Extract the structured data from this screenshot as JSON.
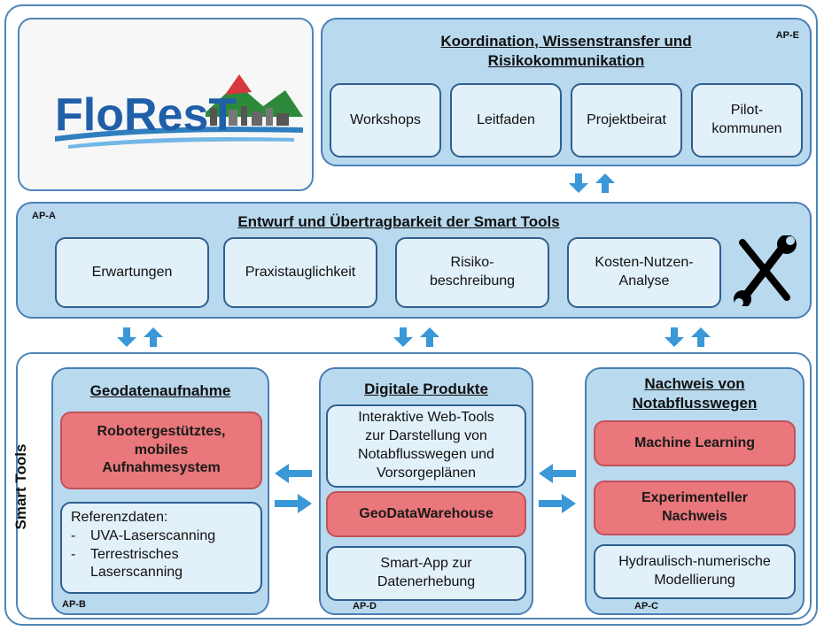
{
  "logo": {
    "text": "FloResT"
  },
  "ap_e": {
    "title": "Koordination, Wissenstransfer und Risikokommunikation",
    "tag": "AP-E",
    "items": [
      "Workshops",
      "Leitfaden",
      "Projektbeirat",
      "Pilot-\nkommunen"
    ]
  },
  "ap_a": {
    "title": "Entwurf und Übertragbarkeit der Smart Tools",
    "tag": "AP-A",
    "items": [
      "Erwartungen",
      "Praxistauglichkeit",
      "Risiko-\nbeschreibung",
      "Kosten-Nutzen-\nAnalyse"
    ],
    "icon": "wrench-screwdriver-icon"
  },
  "smart_tools": {
    "label": "Smart Tools"
  },
  "ap_b": {
    "title": "Geodatenaufnahme",
    "tag": "AP-B",
    "highlight": "Robotergestütztes,\nmobiles\nAufnahmesystem",
    "ref_title": "Referenzdaten:",
    "ref_items": [
      "UVA-Laserscanning",
      "Terrestrisches\nLaserscanning"
    ]
  },
  "ap_d": {
    "title": "Digitale Produkte",
    "tag": "AP-D",
    "web_tools": "Interaktive Web-Tools\nzur Darstellung von\nNotabflusswegen und\nVorsorgeplänen",
    "highlight": "GeoDataWarehouse",
    "app": "Smart-App zur\nDatenerhebung"
  },
  "ap_c": {
    "title": "Nachweis von\nNotabflusswegen",
    "tag": "AP-C",
    "ml": "Machine Learning",
    "exp": "Experimenteller\nNachweis",
    "hydro": "Hydraulisch-numerische\nModellierung"
  },
  "colors": {
    "panel": "#b9d9ee",
    "box": "#e2f0fa",
    "highlight": "#e9777b",
    "arrow": "#3a97d8",
    "border": "#2f5f8f"
  }
}
